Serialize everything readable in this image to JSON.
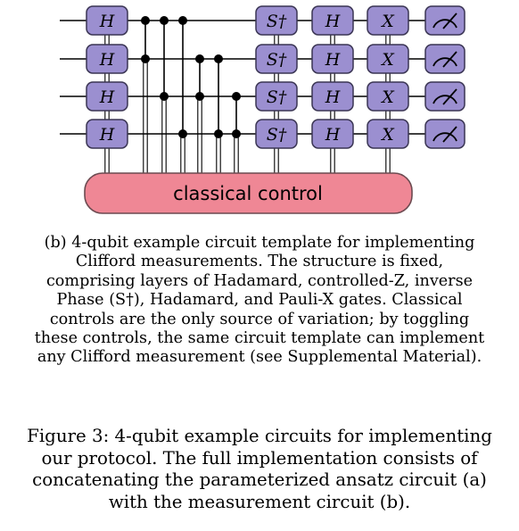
{
  "circuit": {
    "gate_labels": {
      "hadamard": "H",
      "s_dagger": "S†",
      "pauli_x": "X"
    },
    "measurement_icon": "meter-icon",
    "control_box_label": "classical control",
    "colors": {
      "gate_fill": "#9b8fd0",
      "gate_stroke": "#3a3553",
      "control_fill": "#ef8795",
      "control_stroke": "#6c4a50",
      "wire": "#000000"
    }
  },
  "subcaption": {
    "lines": [
      "(b) 4-qubit example circuit template for implementing",
      "Clifford measurements. The structure is fixed,",
      "comprising layers of Hadamard, controlled-Z, inverse",
      "Phase (S†), Hadamard, and Pauli-X gates. Classical",
      "controls are the only source of variation; by toggling",
      "these controls, the same circuit template can implement",
      "any Clifford measurement (see Supplemental Material)."
    ]
  },
  "figure_caption": {
    "lines": [
      "Figure 3: 4-qubit example circuits for implementing",
      "our protocol. The full implementation consists of",
      "concatenating the parameterized ansatz circuit (a)",
      "with the measurement circuit (b)."
    ]
  }
}
